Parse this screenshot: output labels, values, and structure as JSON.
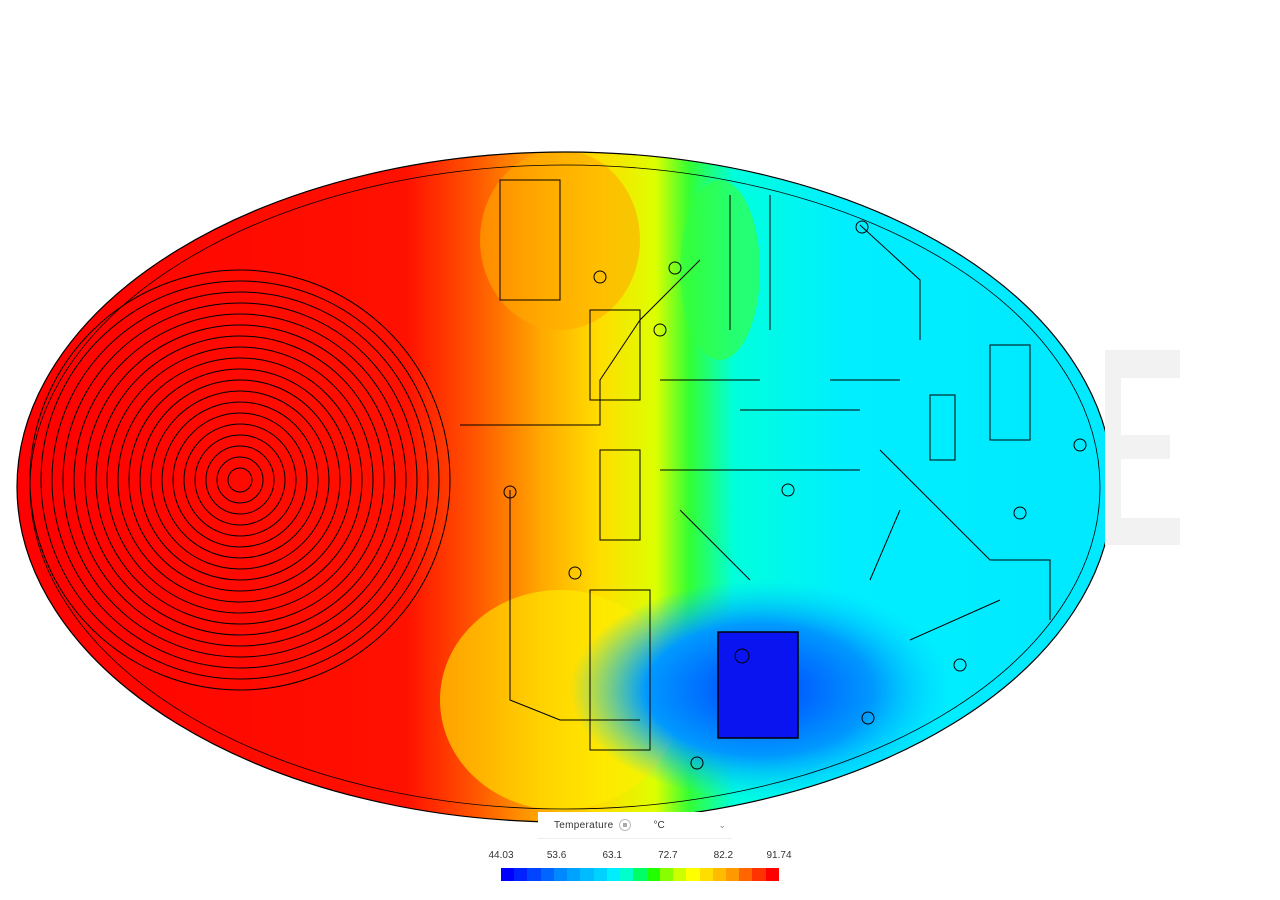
{
  "legend": {
    "field": "Temperature",
    "unit": "°C",
    "ticks": [
      "44.03",
      "53.6",
      "63.1",
      "72.7",
      "82.2",
      "91.74"
    ],
    "min": 44.03,
    "max": 91.74,
    "colors": [
      "#0000ff",
      "#0022ff",
      "#0044ff",
      "#0066ff",
      "#0088ff",
      "#00a2ff",
      "#00bbff",
      "#00d2ff",
      "#00eeff",
      "#00ffcc",
      "#00ff66",
      "#22ff00",
      "#88ff00",
      "#ccff00",
      "#ffff00",
      "#ffdd00",
      "#ffbb00",
      "#ff9900",
      "#ff6600",
      "#ff3300",
      "#ff0000"
    ]
  }
}
